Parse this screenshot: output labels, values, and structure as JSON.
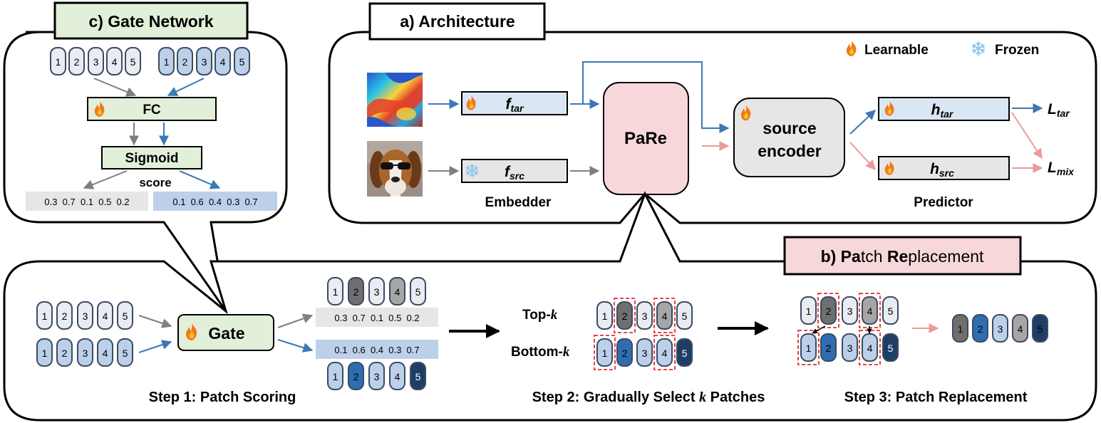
{
  "colors": {
    "light_patch": "#e9ecf2",
    "light_patch_stroke": "#3c4b63",
    "blue_light": "#bdd0ea",
    "blue_mid": "#2f6db0",
    "blue_dark": "#1f3e66",
    "gray_mid": "#a6a6a6",
    "gray_dark": "#6f6f6f",
    "green_box": "#e2efd9",
    "pink_box": "#f8d7da",
    "blue_box": "#dae6f3",
    "gray_box": "#e6e6e6",
    "arrow_blue": "#3c78b4",
    "arrow_gray": "#7f7f7f",
    "arrow_pink": "#ec9a9a",
    "dash_red": "#e03030"
  },
  "icons": {
    "learnable": "flame-icon",
    "frozen": "snowflake-icon"
  },
  "patch_numbers": [
    "1",
    "2",
    "3",
    "4",
    "5"
  ],
  "gate_network": {
    "title": "c) Gate Network",
    "fc_label": "FC",
    "sigmoid_label": "Sigmoid",
    "score_label": "score",
    "scores_src": "0.3  0.7  0.1  0.5  0.2",
    "scores_tar": "0.1  0.6  0.4  0.3  0.7"
  },
  "architecture": {
    "title": "a) Architecture",
    "legend_learnable": "Learnable",
    "legend_frozen": "Frozen",
    "f_tar": {
      "base": "f",
      "sub": "tar"
    },
    "f_src": {
      "base": "f",
      "sub": "src"
    },
    "embedder_label": "Embedder",
    "pare_label": "PaRe",
    "source_encoder_line1": "source",
    "source_encoder_line2": "encoder",
    "h_tar": {
      "base": "h",
      "sub": "tar"
    },
    "h_src": {
      "base": "h",
      "sub": "src"
    },
    "predictor_label": "Predictor",
    "loss_tar": {
      "base": "L",
      "sub": "tar"
    },
    "loss_mix": {
      "base": "L",
      "sub": "mix"
    }
  },
  "patch_replacement": {
    "title_bold_1": "Pa",
    "title_rest_1": "tch ",
    "title_bold_2": "Re",
    "title_rest_2": "placement",
    "title_prefix": "b) ",
    "gate_label": "Gate",
    "step1_scores_src": "0.3  0.7  0.1  0.5  0.2",
    "step1_scores_tar": "0.1  0.6  0.4  0.3  0.7",
    "topk_word": "Top-",
    "bottomk_word": "Bottom-",
    "k_symbol": "k",
    "step1_label": "Step 1: Patch Scoring",
    "step2_label_a": "Step 2: Gradually Select ",
    "step2_label_b": " Patches",
    "step3_label": "Step 3: Patch Replacement"
  }
}
